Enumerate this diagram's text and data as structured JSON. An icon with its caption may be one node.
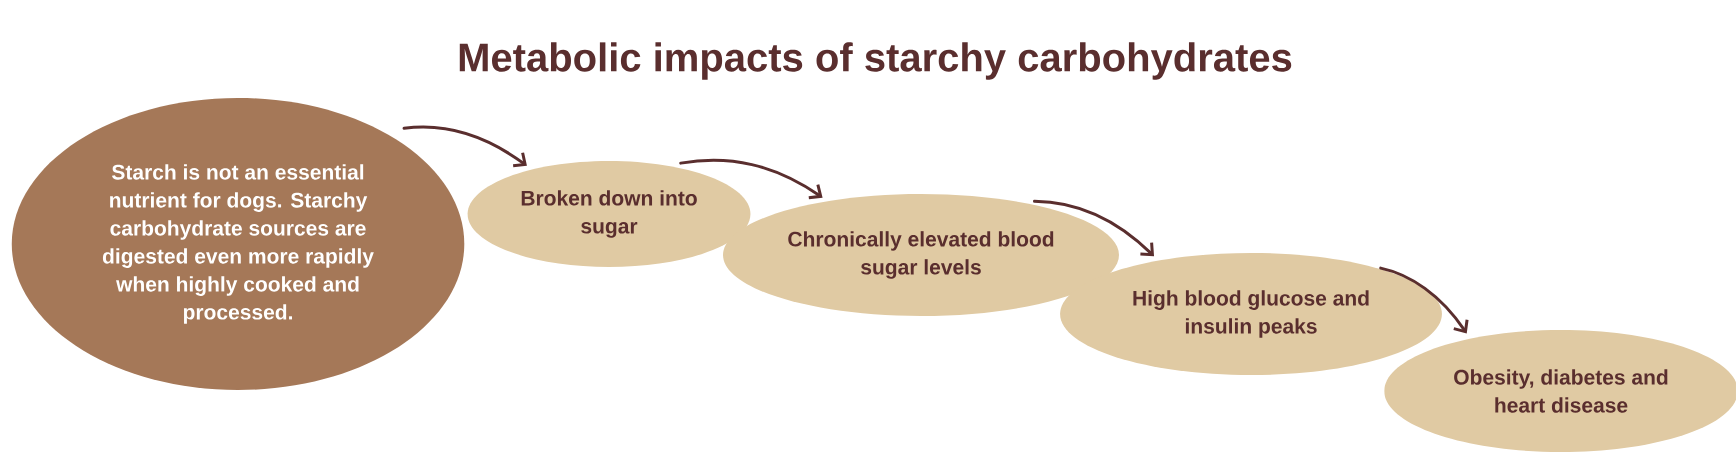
{
  "diagram": {
    "title": "Metabolic impacts of starchy carbohydrates",
    "nodes": [
      {
        "text": [
          "Starch is not an essential nutrient for dogs. Starchy carbohydrate sources are digested even more rapidly when highly cooked and processed."
        ]
      },
      {
        "text": [
          "Broken down into sugar"
        ]
      },
      {
        "text": [
          "Chronically elevated blood sugar levels"
        ]
      },
      {
        "text": [
          "High blood glucose and insulin peaks"
        ]
      },
      {
        "text": [
          "Obesity, diabetes and heart disease"
        ]
      }
    ],
    "edges": [
      {
        "from": 0,
        "to": 1,
        "arrow": "to"
      },
      {
        "from": 1,
        "to": 2,
        "arrow": "to"
      },
      {
        "from": 2,
        "to": 3,
        "arrow": "to"
      },
      {
        "from": 3,
        "to": 4,
        "arrow": "to"
      }
    ]
  }
}
